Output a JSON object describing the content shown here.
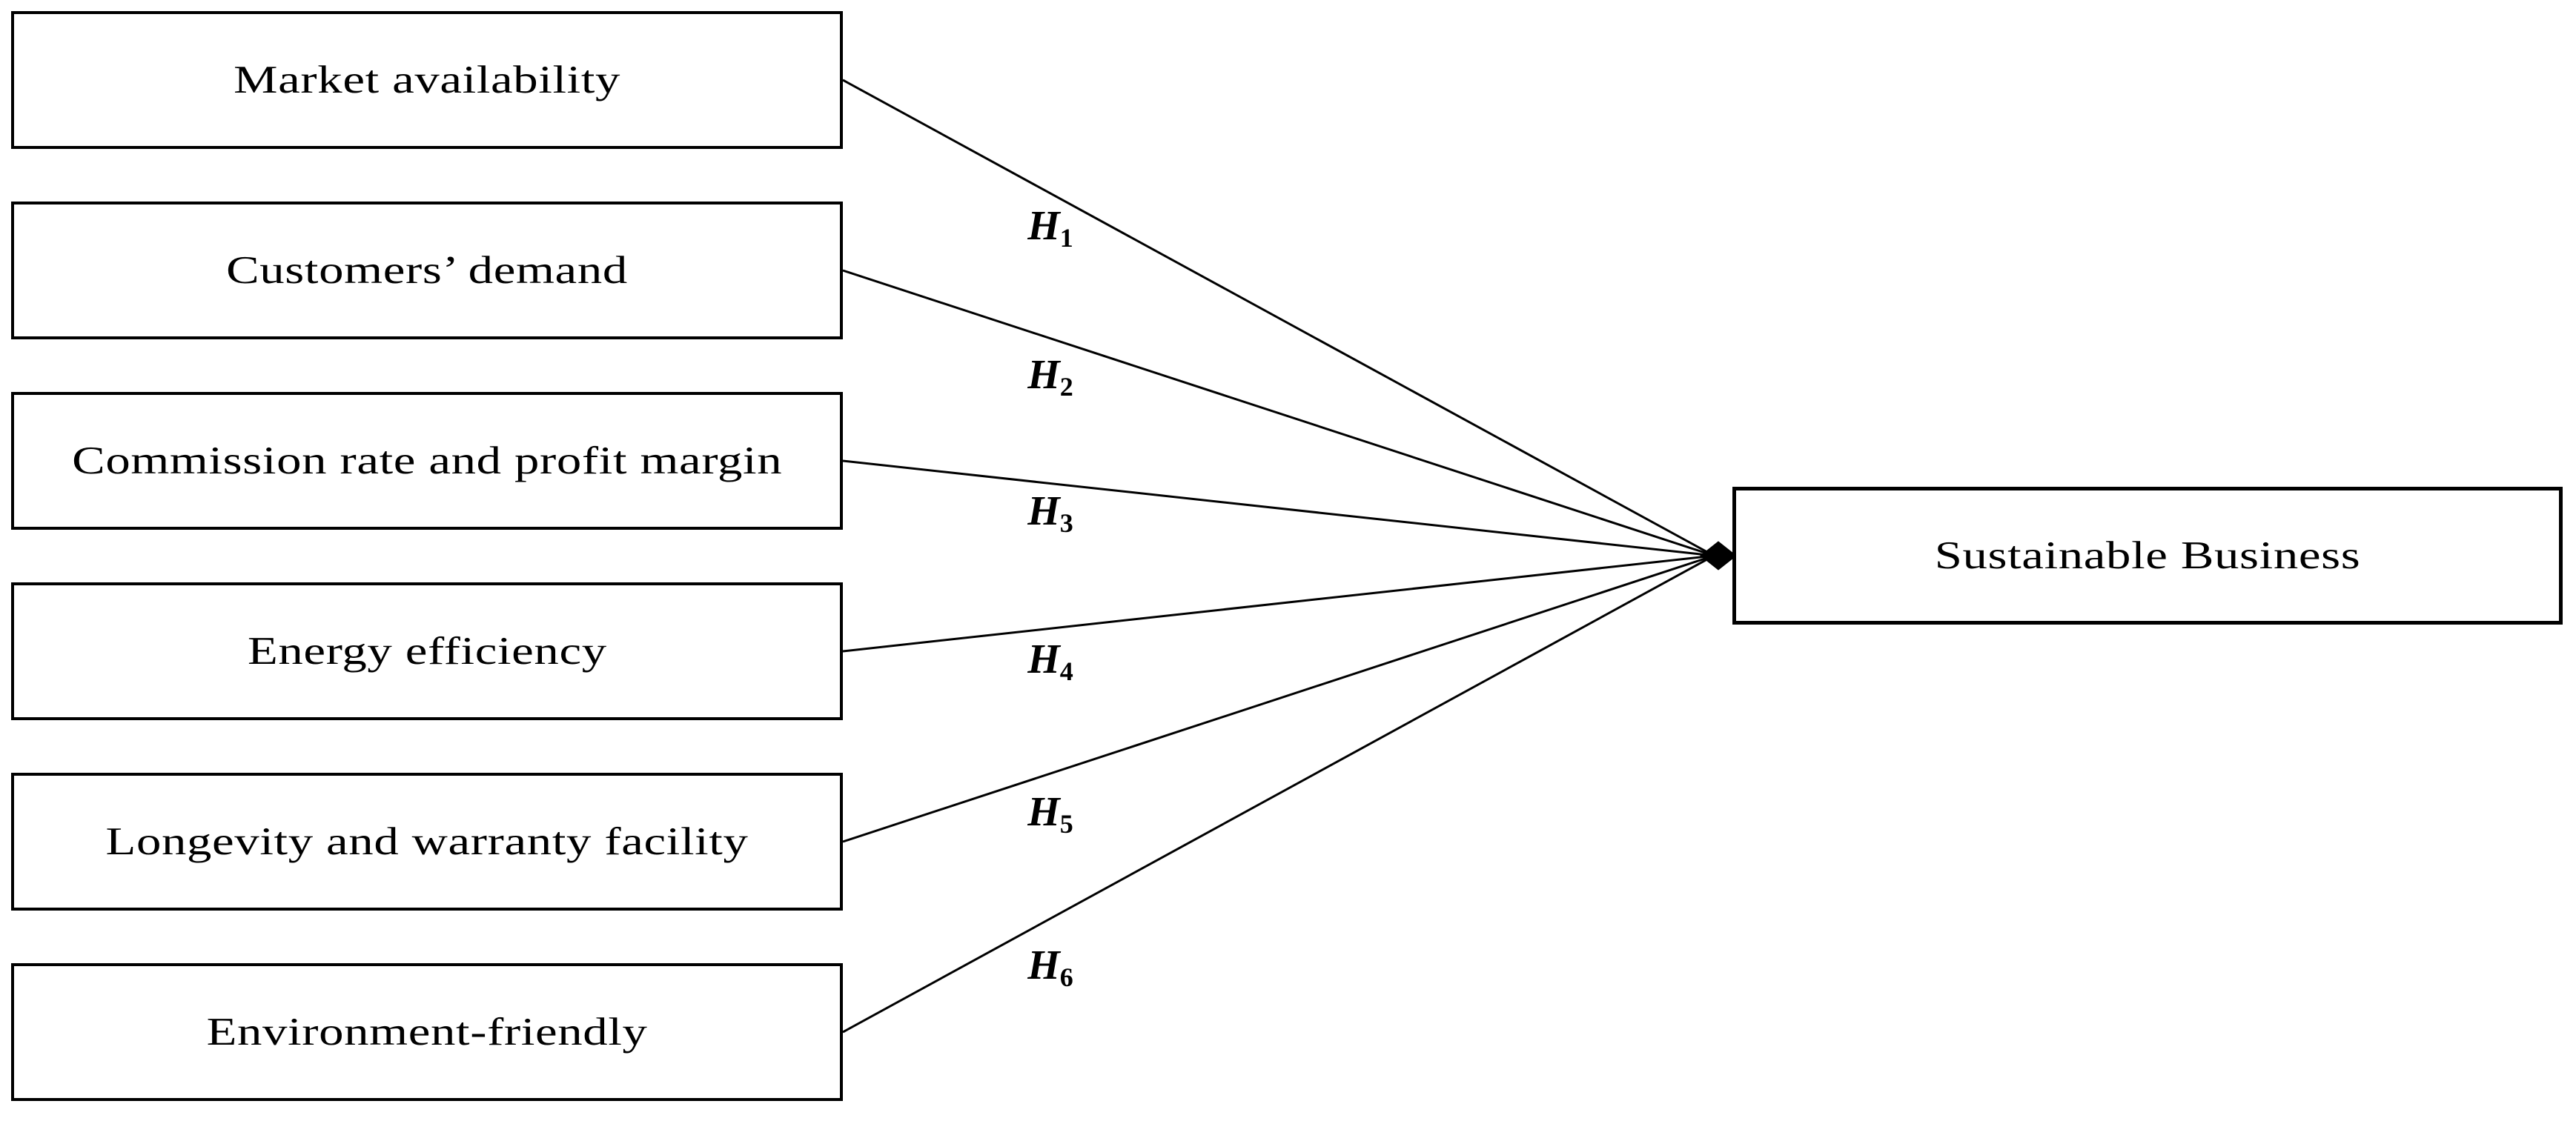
{
  "diagram": {
    "colors": {
      "background": "#ffffff",
      "line": "#000000",
      "box_border": "#000000",
      "text": "#000000"
    },
    "factors": [
      {
        "label": "Market availability",
        "hypothesis": {
          "base": "H",
          "sub": "1"
        }
      },
      {
        "label": "Customers’ demand",
        "hypothesis": {
          "base": "H",
          "sub": "2"
        }
      },
      {
        "label": "Commission rate and profit margin",
        "hypothesis": {
          "base": "H",
          "sub": "3"
        }
      },
      {
        "label": "Energy efficiency",
        "hypothesis": {
          "base": "H",
          "sub": "4"
        }
      },
      {
        "label": "Longevity and warranty facility",
        "hypothesis": {
          "base": "H",
          "sub": "5"
        }
      },
      {
        "label": "Environment-friendly",
        "hypothesis": {
          "base": "H",
          "sub": "6"
        }
      }
    ],
    "outcome": {
      "label": "Sustainable Business"
    }
  }
}
